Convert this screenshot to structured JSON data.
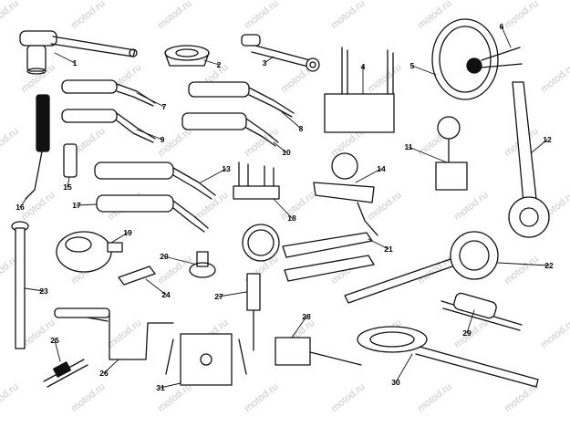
{
  "watermark": "motod.ru",
  "labels": [
    "1",
    "2",
    "3",
    "4",
    "5",
    "6",
    "7",
    "8",
    "9",
    "10",
    "11",
    "12",
    "13",
    "14",
    "15",
    "16",
    "17",
    "18",
    "19",
    "20",
    "21",
    "22",
    "23",
    "24",
    "25",
    "26",
    "27",
    "28",
    "29",
    "30",
    "31"
  ]
}
